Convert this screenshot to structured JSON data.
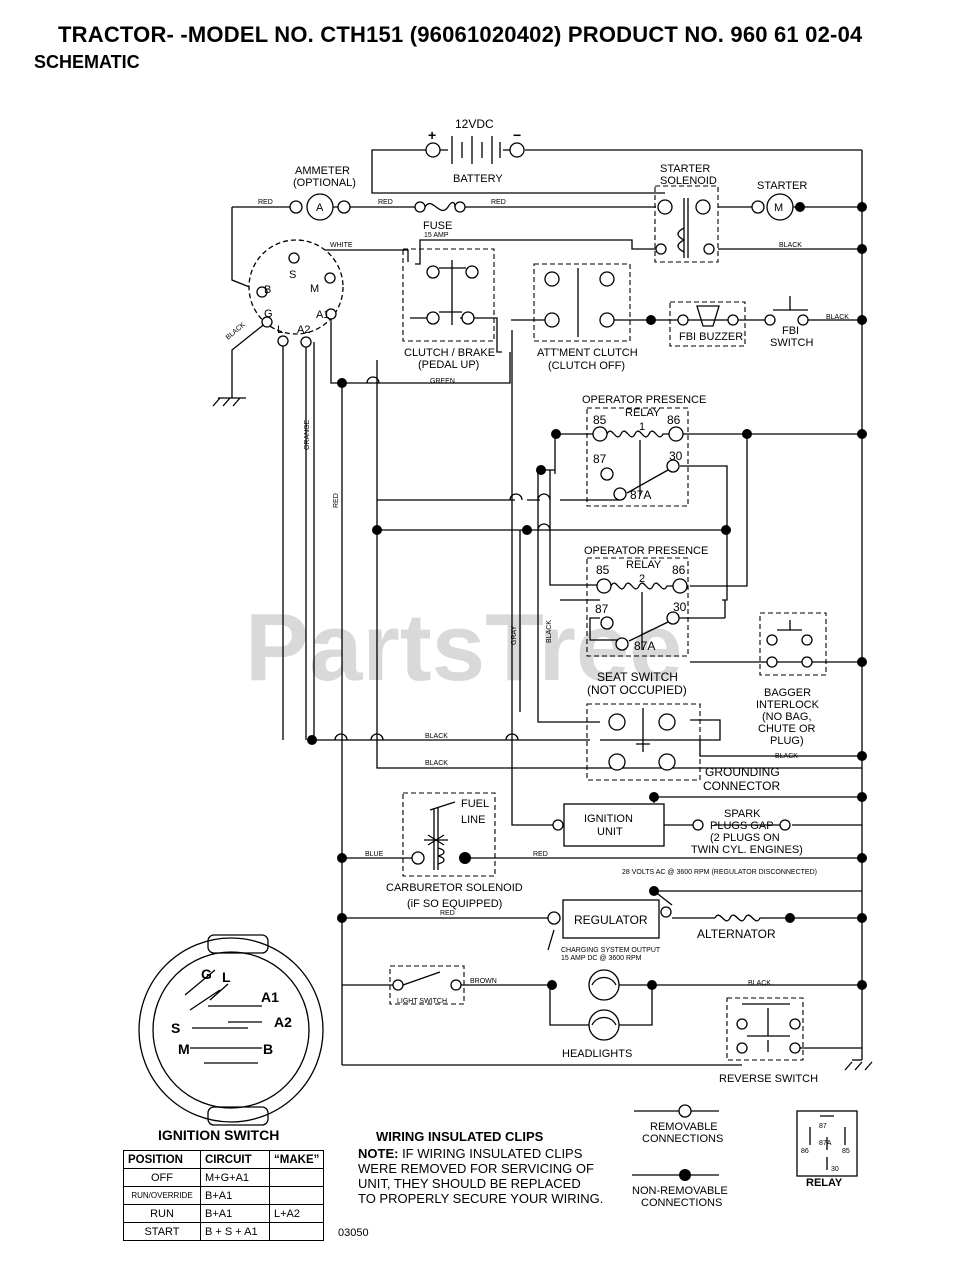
{
  "header": {
    "title": "TRACTOR- -MODEL NO. CTH151 (96061020402) PRODUCT NO. 960 61 02-04",
    "subtitle": "SCHEMATIC"
  },
  "watermark": "PartsTree",
  "labels": {
    "battery_voltage": "12VDC",
    "plus": "+",
    "minus": "−",
    "battery": "BATTERY",
    "ammeter": "AMMETER",
    "ammeter_opt": "(OPTIONAL)",
    "ammeter_a": "A",
    "starter_solenoid_1": "STARTER",
    "starter_solenoid_2": "SOLENOID",
    "starter": "STARTER",
    "starter_m": "M",
    "fuse": "FUSE",
    "fuse_amp": "15 AMP",
    "red": "RED",
    "white": "WHITE",
    "black": "BLACK",
    "green": "GREEN",
    "orange": "ORANGE",
    "gray": "GRAY",
    "blue": "BLUE",
    "brown": "BROWN",
    "clutch_brake": "CLUTCH / BRAKE",
    "pedal_up": "(PEDAL UP)",
    "attment_clutch": "ATT'MENT CLUTCH",
    "clutch_off": "(CLUTCH OFF)",
    "fbi_buzzer": "FBI BUZZER",
    "fbi_switch_1": "FBI",
    "fbi_switch_2": "SWITCH",
    "op_presence": "OPERATOR PRESENCE",
    "relay": "RELAY",
    "relay_1": "1",
    "relay_2": "2",
    "t85": "85",
    "t86": "86",
    "t87": "87",
    "t30": "30",
    "t87a": "87A",
    "seat_switch": "SEAT SWITCH",
    "not_occupied": "(NOT OCCUPIED)",
    "bagger_1": "BAGGER",
    "bagger_2": "INTERLOCK",
    "bagger_3": "(NO BAG,",
    "bagger_4": "CHUTE OR",
    "bagger_5": "PLUG)",
    "grounding_1": "GROUNDING",
    "grounding_2": "CONNECTOR",
    "ignition_unit_1": "IGNITION",
    "ignition_unit_2": "UNIT",
    "spark_1": "SPARK",
    "spark_2": "PLUGS GAP",
    "spark_3": "(2 PLUGS ON",
    "spark_4": "TWIN CYL. ENGINES)",
    "fuel_1": "FUEL",
    "fuel_2": "LINE",
    "carb_1": "CARBURETOR SOLENOID",
    "carb_2": "(iF SO EQUIPPED)",
    "volts_note": "28 VOLTS AC @ 3600 RPM (REGULATOR DISCONNECTED)",
    "regulator": "REGULATOR",
    "alternator": "ALTERNATOR",
    "charging_1": "CHARGING SYSTEM OUTPUT",
    "charging_2": "15 AMP DC @ 3600 RPM",
    "light_switch": "LIGHT SWITCH",
    "headlights": "HEADLIGHTS",
    "reverse_switch": "REVERSE SWITCH",
    "sw_s": "S",
    "sw_b": "B",
    "sw_m": "M",
    "sw_g": "G",
    "sw_l": "L",
    "sw_a1": "A1",
    "sw_a2": "A2",
    "removable_1": "REMOVABLE",
    "removable_2": "CONNECTIONS",
    "nonremovable_1": "NON-REMOVABLE",
    "nonremovable_2": "CONNECTIONS",
    "relay_legend": "RELAY",
    "ignition_switch": "IGNITION SWITCH"
  },
  "ignition_table": {
    "headers": [
      "POSITION",
      "CIRCUIT",
      "“MAKE”"
    ],
    "rows": [
      {
        "position": "OFF",
        "circuit": "M+G+A1",
        "make": ""
      },
      {
        "position": "RUN/OVERRIDE",
        "circuit": "B+A1",
        "make": ""
      },
      {
        "position": "RUN",
        "circuit": "B+A1",
        "make": "L+A2"
      },
      {
        "position": "START",
        "circuit": "B + S + A1",
        "make": ""
      }
    ]
  },
  "note": {
    "title": "WIRING INSULATED CLIPS",
    "bold": "NOTE:",
    "line1": " IF WIRING INSULATED CLIPS",
    "line2": "WERE REMOVED FOR SERVICING OF",
    "line3": " UNIT, THEY SHOULD BE REPLACED",
    "line4": "TO PROPERLY SECURE YOUR WIRING."
  },
  "drawing_code": "03050"
}
